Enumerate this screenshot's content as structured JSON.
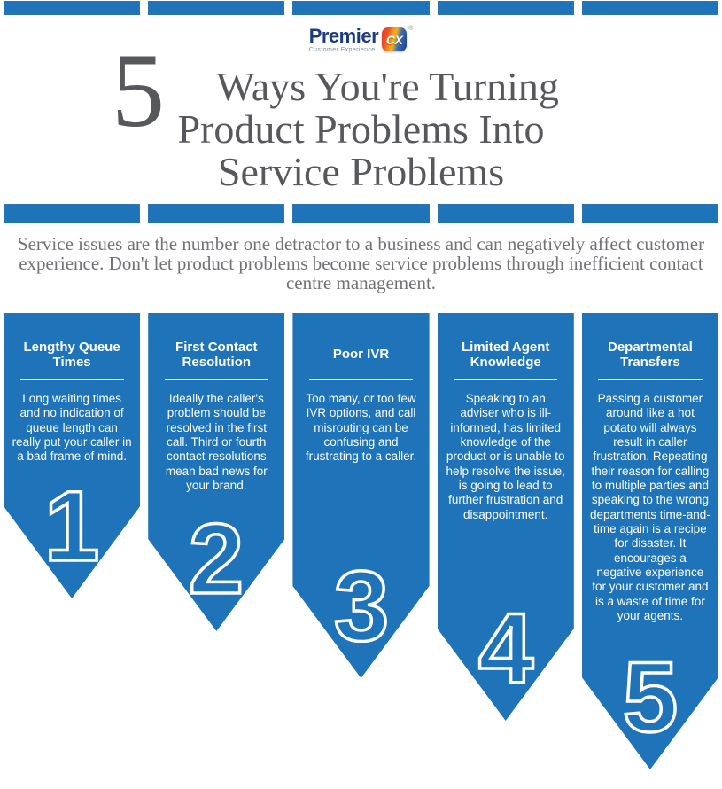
{
  "logo": {
    "brand": "Premier",
    "tagline": "Customer Experience",
    "badge": "CX",
    "registered": "®"
  },
  "title": {
    "number": "5",
    "line1": "Ways You're Turning",
    "line2": "Product Problems Into",
    "line3": "Service Problems"
  },
  "intro": "Service issues are the number one detractor to a business and can negatively affect customer experience. Don't let product problems become service problems through inefficient contact centre management.",
  "colors": {
    "ribbon_blue": "#1f73b8",
    "title_gray": "#57585c",
    "intro_gray": "#717276",
    "logo_navy": "#1d3c80",
    "text_white": "#ffffff"
  },
  "ribbons": [
    {
      "number": "1",
      "heading": "Lengthy Queue Times",
      "body": "Long waiting times and no indication of queue length can really put your caller in a bad frame of mind."
    },
    {
      "number": "2",
      "heading": "First Contact Resolution",
      "body": "Ideally the caller's problem should be resolved in the first call. Third or fourth contact resolutions mean bad news for your brand."
    },
    {
      "number": "3",
      "heading": "Poor IVR",
      "body": "Too many, or too few IVR options, and call misrouting can be confusing and frustrating to a caller."
    },
    {
      "number": "4",
      "heading": "Limited Agent Knowledge",
      "body": "Speaking to an adviser who is ill-informed, has limited knowledge of the product or is unable to help resolve the issue, is going to lead to further frustration and disappointment."
    },
    {
      "number": "5",
      "heading": "Departmental Transfers",
      "body": "Passing a customer around like a hot potato will always result in caller frustration. Repeating their reason for calling to multiple parties and speaking to the wrong departments time-and-time again is a recipe for disaster. It encourages a negative experience for your customer and is a waste of time for your agents."
    }
  ]
}
